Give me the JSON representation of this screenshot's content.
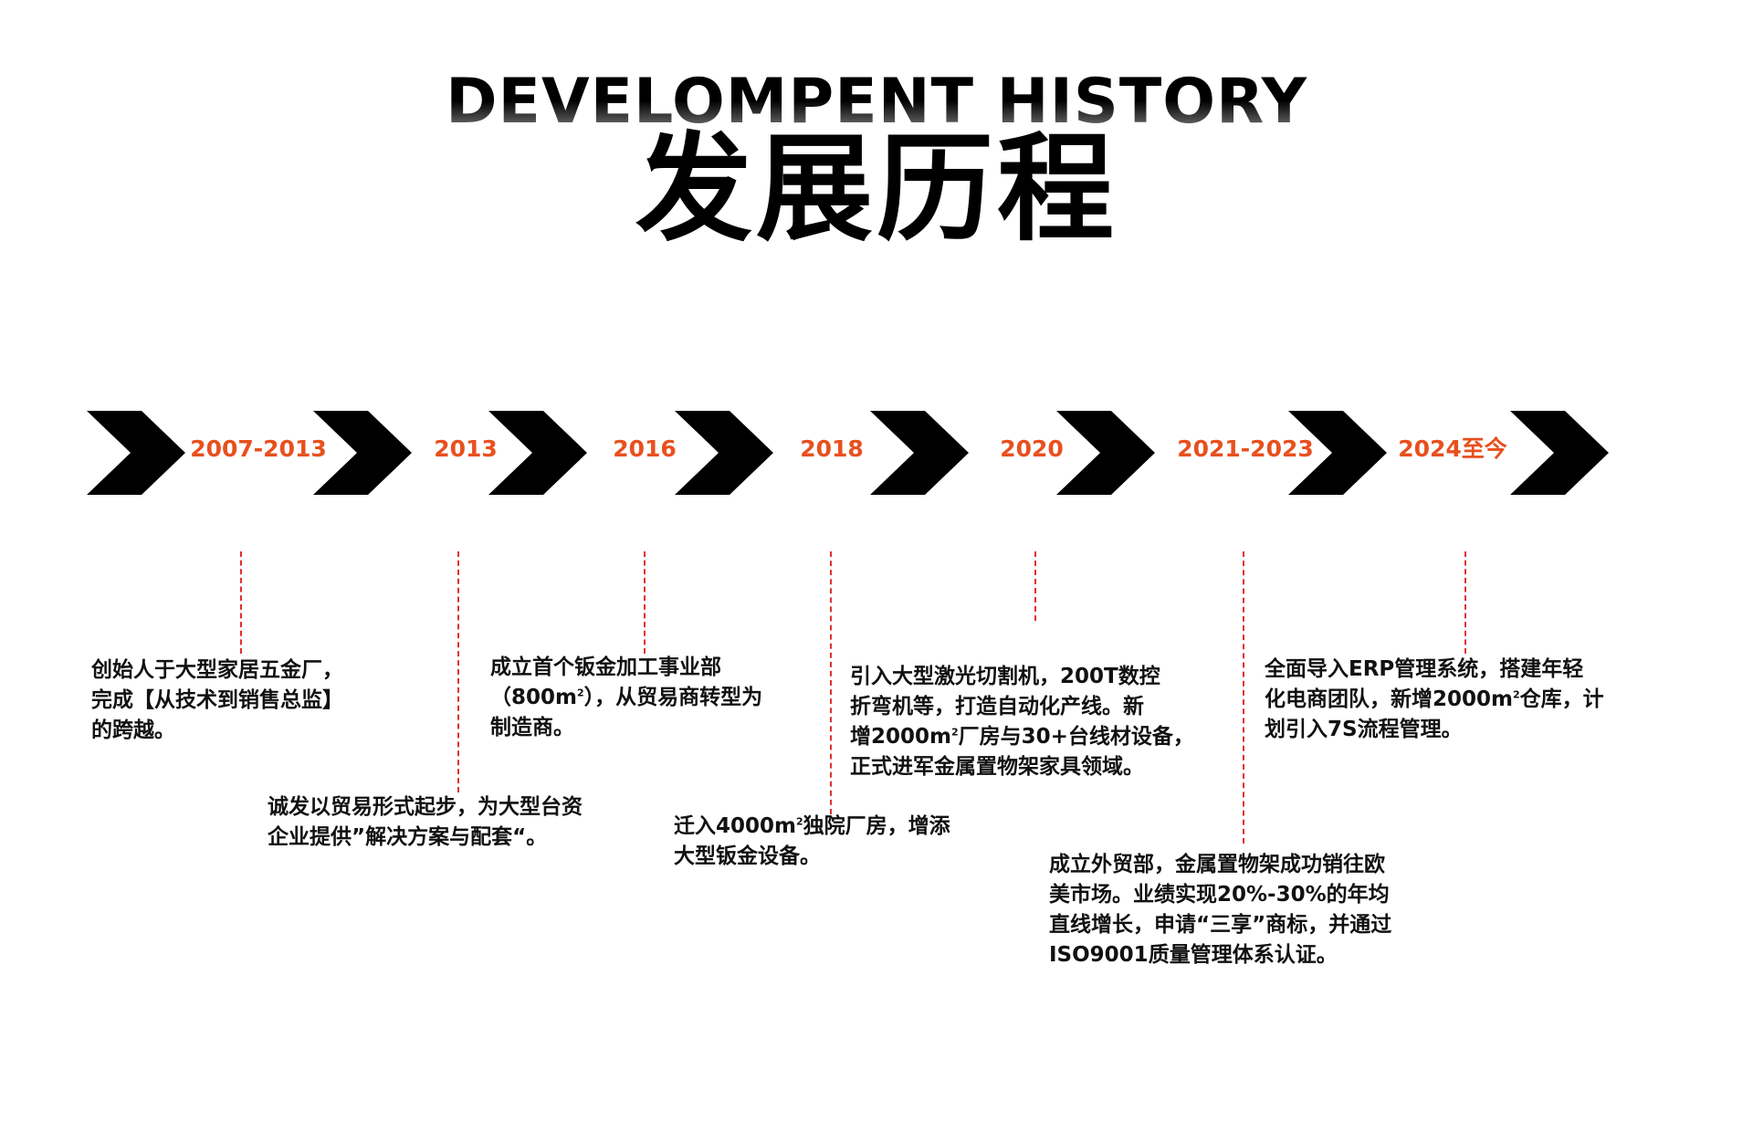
{
  "title": {
    "en": "DEVELOMPENT HISTORY",
    "cn": "发展历程"
  },
  "colors": {
    "accent": "#e8501e",
    "arrow": "#000000",
    "dash": "#e03030",
    "text": "#111111"
  },
  "timeline": {
    "arrow_icon": "chevron-right-arrow-icon",
    "years": [
      "2007-2013",
      "2013",
      "2016",
      "2018",
      "2020",
      "2021-2023",
      "2024至今"
    ]
  },
  "events": [
    {
      "year": "2007-2013",
      "lines": [
        "创始人于大型家居五金厂，",
        "完成【从技术到销售总监】",
        "的跨越。"
      ]
    },
    {
      "year": "2013",
      "lines": [
        "诚发以贸易形式起步，为大型台资",
        "企业提供”解决方案与配套“。"
      ]
    },
    {
      "year": "2016",
      "lines": [
        "成立首个钣金加工事业部",
        "（800m²），从贸易商转型为",
        "制造商。"
      ]
    },
    {
      "year": "2018",
      "lines": [
        "迁入4000m²独院厂房，增添",
        "大型钣金设备。"
      ]
    },
    {
      "year": "2020",
      "lines": [
        "引入大型激光切割机，200T数控",
        "折弯机等，打造自动化产线。新",
        "增2000m²厂房与30+台线材设备，",
        "正式进军金属置物架家具领域。"
      ]
    },
    {
      "year": "2021-2023",
      "lines": [
        "成立外贸部，金属置物架成功销往欧",
        "美市场。业绩实现20%-30%的年均",
        "直线增长，申请“三享”商标，并通过",
        "ISO9001质量管理体系认证。"
      ]
    },
    {
      "year": "2024至今",
      "lines": [
        "全面导入ERP管理系统，搭建年轻",
        "化电商团队，新增2000m²仓库，计",
        "划引入7S流程管理。"
      ]
    }
  ]
}
